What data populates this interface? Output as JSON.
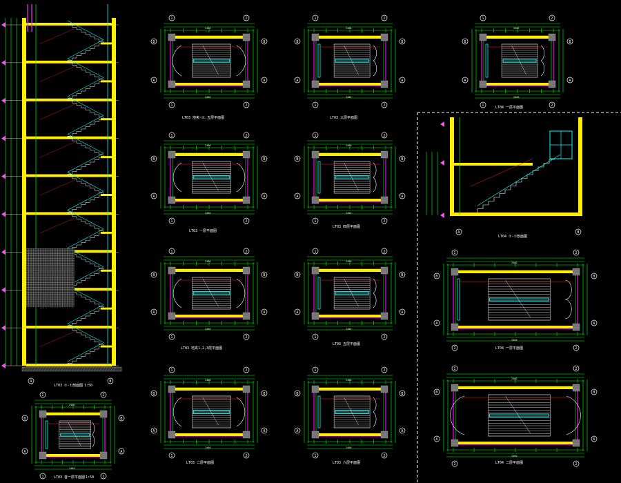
{
  "colors": {
    "background": "#000000",
    "dimension_line": "#00ff00",
    "wall_fill": "#ffee00",
    "wall_outline": "#ff00ff",
    "stair_tread": "#cfcfcf",
    "railing": "#00ffff",
    "handrail_red": "#ff2222",
    "grid_bubble": "#ffffff",
    "hatch": "#bbbbbb",
    "separator": "#ffffff"
  },
  "sheet": {
    "section_ltg3": {
      "caption": "LT03 ①-①剖面图",
      "scale": "1:50",
      "floors": 9,
      "hatched_floor": 6
    },
    "plan_ltg3_first": {
      "caption": "LT03 首一层平面图",
      "scale": "1:50"
    },
    "plans": [
      {
        "id": "p1",
        "caption": "LT03 地夹~三,五层平面图",
        "scale": "1:50"
      },
      {
        "id": "p2",
        "caption": "LT03 三层平面图",
        "scale": "1:50"
      },
      {
        "id": "p3",
        "caption": "LT04 一层平面图",
        "scale": "1:50"
      },
      {
        "id": "p4",
        "caption": "LT03 一层平面图",
        "scale": "1:50"
      },
      {
        "id": "p5",
        "caption": "LT03 四层平面图",
        "scale": "1:50"
      },
      {
        "id": "p6",
        "caption": "LT03 地夹1,2,3层平面图",
        "scale": "1:50"
      },
      {
        "id": "p7",
        "caption": "LT03 五层平面图",
        "scale": "1:50"
      },
      {
        "id": "p8",
        "caption": "LT03 二层平面图",
        "scale": "1:50"
      },
      {
        "id": "p9",
        "caption": "LT03 六层平面图",
        "scale": "1:50"
      }
    ],
    "section_ltg4": {
      "caption": "LT04 ①-①剖面图",
      "scale": "1:50"
    },
    "plans_ltg4": [
      {
        "id": "q1",
        "caption": "LT04 一层平面图",
        "scale": "1:50"
      },
      {
        "id": "q2",
        "caption": "LT04 二层平面图",
        "scale": "1:50"
      }
    ],
    "grid_labels": {
      "row_a": "A",
      "row_b": "B",
      "col_1": "1",
      "col_2": "2"
    },
    "dim_text": "2400"
  }
}
